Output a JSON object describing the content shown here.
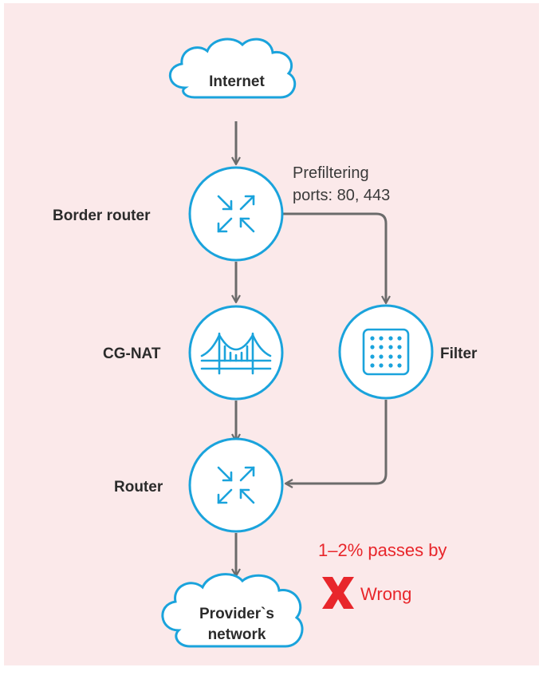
{
  "nodes": {
    "internet": {
      "label": "Internet"
    },
    "border_router": {
      "label": "Border router"
    },
    "cg_nat": {
      "label": "CG-NAT"
    },
    "filter": {
      "label": "Filter"
    },
    "router": {
      "label": "Router"
    },
    "provider": {
      "line1": "Provider`s",
      "line2": "network"
    }
  },
  "annotations": {
    "prefilter_line1": "Prefiltering",
    "prefilter_line2": "ports: 80, 443",
    "passes": "1–2% passes by",
    "wrong": "Wrong"
  },
  "colors": {
    "background": "#fbe9ea",
    "accent": "#1aa3dc",
    "arrow": "#6b6b6b",
    "warning": "#e8262b"
  }
}
